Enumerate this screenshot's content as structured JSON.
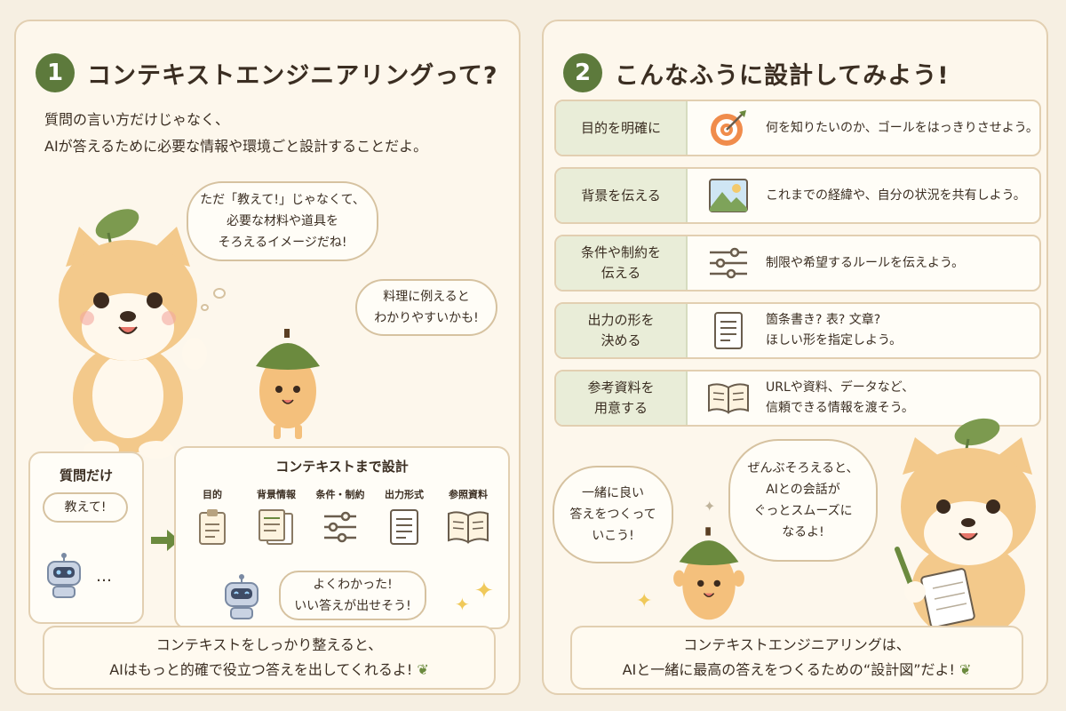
{
  "left": {
    "num": "1",
    "title": "コンテキストエンジニアリングって?",
    "intro": [
      "質問の言い方だけじゃなく、",
      "AIが答えるために必要な情報や環境ごと設計することだよ。"
    ],
    "thought_bubble": [
      "ただ「教えて!」じゃなくて、",
      "必要な材料や道具を",
      "そろえるイメージだね!"
    ],
    "acorn_bubble": [
      "料理に例えると",
      "わかりやすいかも!"
    ],
    "question_box": {
      "title": "質問だけ",
      "speech": "教えて!",
      "dots": "…"
    },
    "context_box": {
      "title": "コンテキストまで設計",
      "items": [
        "目的",
        "背景情報",
        "条件・制約",
        "出力形式",
        "参照資料"
      ],
      "robot_reply": [
        "よくわかった!",
        "いい答えが出せそう!"
      ]
    },
    "footer": [
      "コンテキストをしっかり整えると、",
      "AIはもっと的確で役立つ答えを出してくれるよ!"
    ]
  },
  "right": {
    "num": "2",
    "title": "こんなふうに設計してみよう!",
    "rows": [
      {
        "tag": [
          "目的を明確に"
        ],
        "icon": "target-icon",
        "desc": [
          "何を知りたいのか、ゴールをはっきりさせよう。"
        ]
      },
      {
        "tag": [
          "背景を伝える"
        ],
        "icon": "image-icon",
        "desc": [
          "これまでの経緯や、自分の状況を共有しよう。"
        ]
      },
      {
        "tag": [
          "条件や制約を",
          "伝える"
        ],
        "icon": "sliders-icon",
        "desc": [
          "制限や希望するルールを伝えよう。"
        ]
      },
      {
        "tag": [
          "出力の形を",
          "決める"
        ],
        "icon": "document-icon",
        "desc": [
          "箇条書き? 表? 文章?",
          "ほしい形を指定しよう。"
        ]
      },
      {
        "tag": [
          "参考資料を",
          "用意する"
        ],
        "icon": "book-icon",
        "desc": [
          "URLや資料、データなど、",
          "信頼できる情報を渡そう。"
        ]
      }
    ],
    "acorn_bubble": [
      "一緒に良い",
      "答えをつくって",
      "いこう!"
    ],
    "shiba_bubble": [
      "ぜんぶそろえると、",
      "AIとの会話が",
      "ぐっとスムーズに",
      "なるよ!"
    ],
    "footer": [
      "コンテキストエンジニアリングは、",
      "AIと一緒に最高の答えをつくるための“設計図”だよ!"
    ]
  },
  "colors": {
    "accent_green": "#5d7a3c",
    "panel_border": "#e2cfb1",
    "tag_bg": "#e9edd8",
    "shiba": "#f3c98b"
  }
}
